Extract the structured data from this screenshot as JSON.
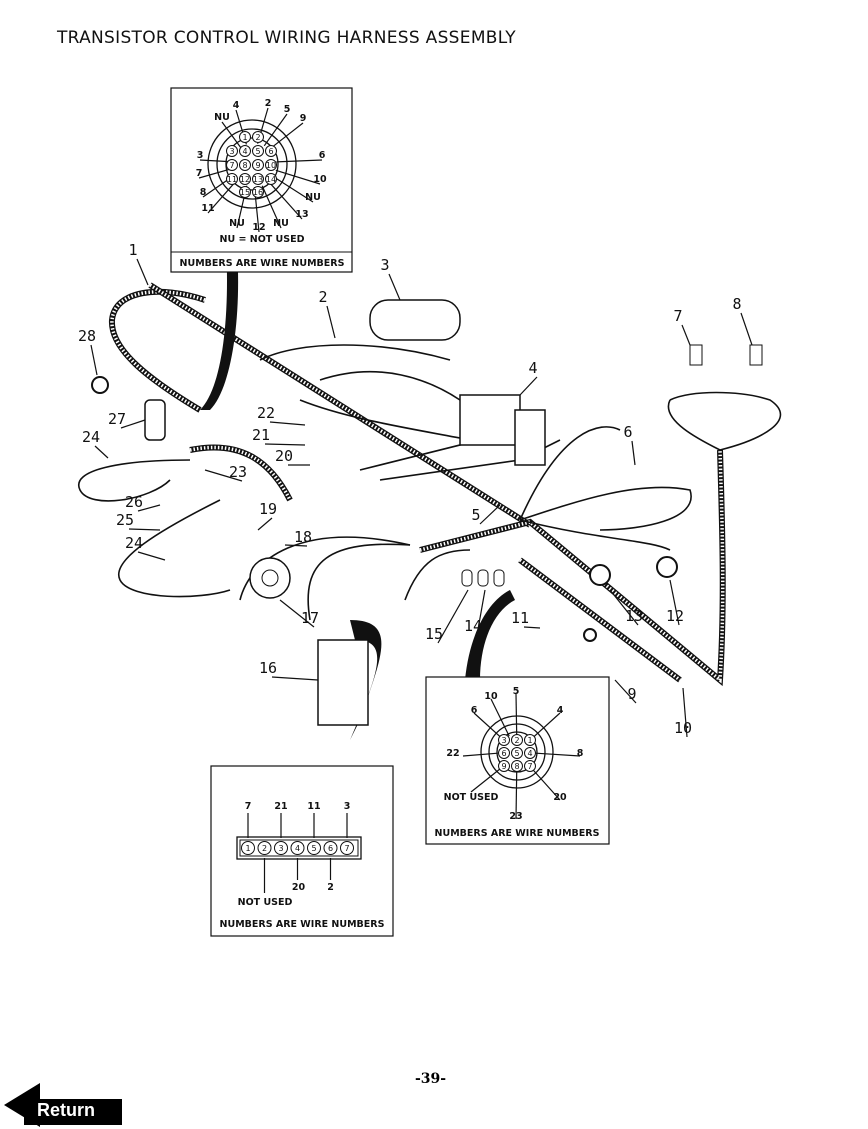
{
  "title": "TRANSISTOR CONTROL WIRING HARNESS ASSEMBLY",
  "callouts": [
    "1",
    "2",
    "3",
    "4",
    "5",
    "6",
    "7",
    "8",
    "9",
    "10",
    "11",
    "12",
    "13",
    "14",
    "15",
    "16",
    "17",
    "18",
    "19",
    "20",
    "21",
    "22",
    "23",
    "24",
    "24",
    "25",
    "26",
    "27",
    "28"
  ],
  "inset_a": {
    "wire_labels": [
      "4",
      "2",
      "5",
      "9",
      "NU",
      "3",
      "6",
      "7",
      "10",
      "8",
      "NU",
      "11",
      "13",
      "NU",
      "12",
      "NU"
    ],
    "pins": [
      "1",
      "2",
      "3",
      "4",
      "5",
      "6",
      "7",
      "8",
      "9",
      "10",
      "11",
      "12",
      "13",
      "14",
      "15",
      "16"
    ],
    "legend": "NU = NOT USED",
    "note": "NUMBERS ARE WIRE NUMBERS"
  },
  "inset_b": {
    "wire_labels": [
      "10",
      "5",
      "4",
      "6",
      "22",
      "8",
      "NOT USED",
      "20",
      "23"
    ],
    "pins": [
      "1",
      "2",
      "3",
      "4",
      "5",
      "6",
      "7",
      "8",
      "9"
    ],
    "note": "NUMBERS ARE WIRE NUMBERS"
  },
  "inset_c": {
    "wire_labels": [
      "7",
      "21",
      "11",
      "3",
      "20",
      "2",
      "NOT USED"
    ],
    "pins": [
      "1",
      "2",
      "3",
      "4",
      "5",
      "6",
      "7"
    ],
    "note": "NUMBERS ARE WIRE NUMBERS"
  },
  "page_number": "-39-",
  "return_label": "Return"
}
